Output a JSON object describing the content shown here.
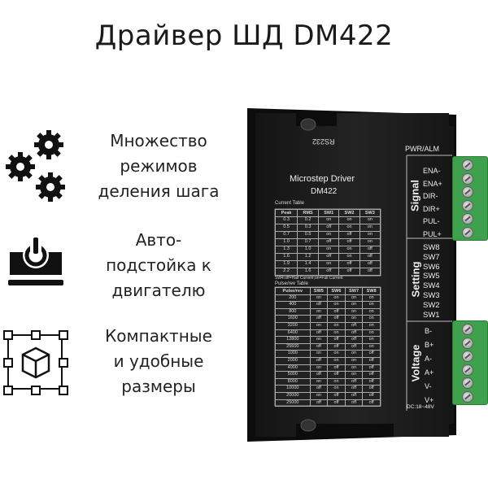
{
  "title": "Драйвер ШД DM422",
  "features": [
    {
      "text_lines": [
        "Множество",
        "режимов",
        "деления шага"
      ],
      "icon": "gears-icon"
    },
    {
      "text_lines": [
        "Авто-",
        "подстойка к",
        "двигателю"
      ],
      "icon": "power-laptop-icon"
    },
    {
      "text_lines": [
        "Компактные",
        "и удобные",
        "размеры"
      ],
      "icon": "cube-resize-icon"
    }
  ],
  "device": {
    "port_label": "RS232",
    "header": "Microstep Driver",
    "model": "DM422",
    "pwr_label": "PWR/ALM",
    "signal_section": "Signal",
    "signal_pins": [
      "ENA-",
      "ENA+",
      "DIR-",
      "DIR+",
      "PUL-",
      "PUL+"
    ],
    "setting_section": "Setting",
    "setting_pins": [
      "SW8",
      "SW7",
      "SW6",
      "SW5",
      "SW4",
      "SW3",
      "SW2",
      "SW1"
    ],
    "voltage_section": "Voltage",
    "voltage_pins": [
      "B-",
      "B+",
      "A-",
      "A+",
      "V-",
      "V+"
    ],
    "voltage_range": "DC:18~48V",
    "current_table": {
      "title": "Current Table",
      "headers": [
        "Peak",
        "RMS",
        "SW1",
        "SW2",
        "SW3"
      ],
      "rows": [
        [
          "0.3",
          "0.2",
          "on",
          "on",
          "on"
        ],
        [
          "0.5",
          "0.3",
          "off",
          "on",
          "on"
        ],
        [
          "0.7",
          "0.5",
          "on",
          "off",
          "on"
        ],
        [
          "1.0",
          "0.7",
          "off",
          "off",
          "on"
        ],
        [
          "1.3",
          "1.0",
          "on",
          "on",
          "off"
        ],
        [
          "1.6",
          "1.2",
          "off",
          "on",
          "off"
        ],
        [
          "1.9",
          "1.4",
          "on",
          "off",
          "off"
        ],
        [
          "2.2",
          "1.6",
          "off",
          "off",
          "off"
        ]
      ],
      "note": "SW4:off=Half Current;on=Full Current"
    },
    "pulse_table": {
      "title": "Pulse/rev Table",
      "headers": [
        "Pulse/rev",
        "SW5",
        "SW6",
        "SW7",
        "SW8"
      ],
      "rows": [
        [
          "200",
          "on",
          "on",
          "on",
          "on"
        ],
        [
          "400",
          "off",
          "on",
          "on",
          "on"
        ],
        [
          "800",
          "on",
          "off",
          "on",
          "on"
        ],
        [
          "1600",
          "off",
          "off",
          "on",
          "on"
        ],
        [
          "3200",
          "on",
          "on",
          "off",
          "on"
        ],
        [
          "6400",
          "off",
          "on",
          "off",
          "on"
        ],
        [
          "12800",
          "on",
          "off",
          "off",
          "on"
        ],
        [
          "25600",
          "off",
          "off",
          "off",
          "on"
        ],
        [
          "1000",
          "on",
          "on",
          "on",
          "off"
        ],
        [
          "2000",
          "off",
          "on",
          "on",
          "off"
        ],
        [
          "4000",
          "on",
          "off",
          "on",
          "off"
        ],
        [
          "5000",
          "off",
          "off",
          "on",
          "off"
        ],
        [
          "8000",
          "on",
          "on",
          "off",
          "off"
        ],
        [
          "10000",
          "off",
          "on",
          "off",
          "off"
        ],
        [
          "20000",
          "on",
          "off",
          "off",
          "off"
        ],
        [
          "25000",
          "off",
          "off",
          "off",
          "off"
        ]
      ]
    }
  },
  "colors": {
    "device_body": "#1c1c1c",
    "terminal_green": "#3fa14d",
    "text": "#222222"
  }
}
